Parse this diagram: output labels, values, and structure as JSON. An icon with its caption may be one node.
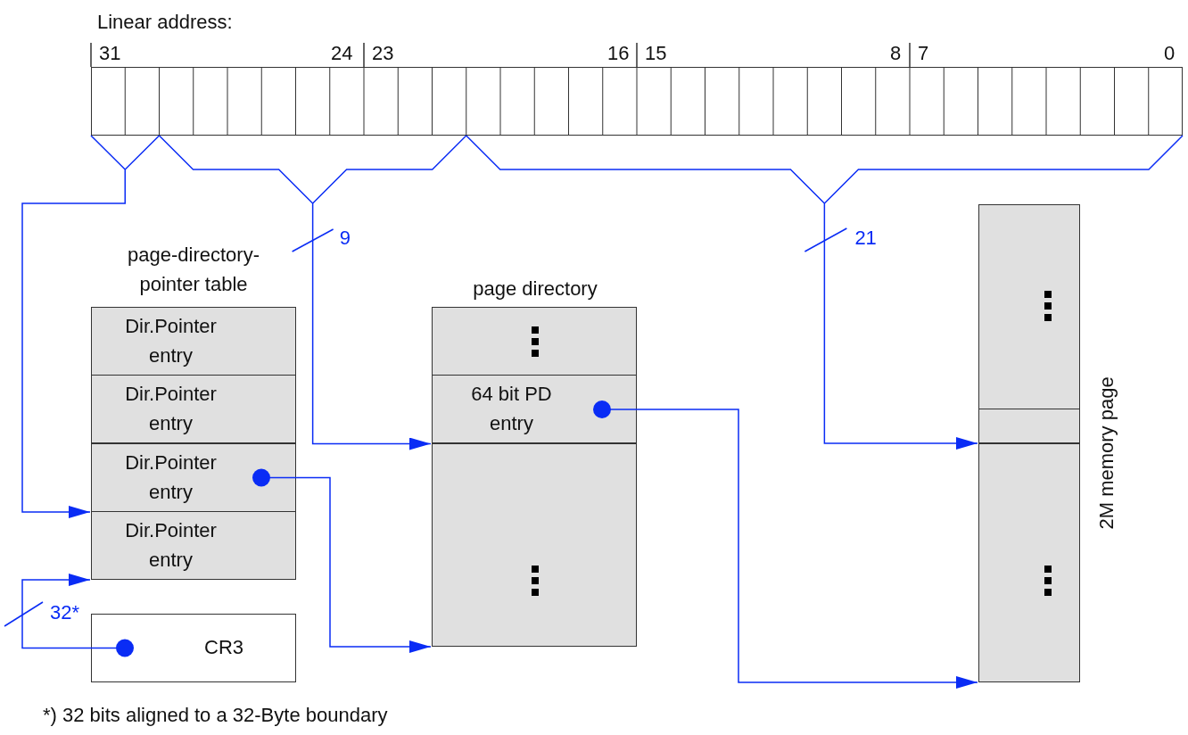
{
  "diagram": {
    "caption": "*) 32 bits aligned to a 32-Byte boundary",
    "nodes": [
      {
        "text": [
          "Linear address:"
        ],
        "beside": [
          "31",
          "24",
          "23",
          "16",
          "15",
          "8",
          "7",
          "0"
        ]
      },
      {
        "text": [
          "page-directory-pointer table"
        ]
      },
      {
        "text": [
          "Dir.Pointer entry"
        ],
        "in": 1
      },
      {
        "text": [
          "Dir.Pointer entry"
        ],
        "in": 1
      },
      {
        "text": [
          "Dir.Pointer entry"
        ],
        "in": 1
      },
      {
        "text": [
          "Dir.Pointer entry"
        ],
        "in": 1
      },
      {
        "text": [
          "CR3"
        ]
      },
      {
        "text": [
          "page directory"
        ]
      },
      {
        "text": [],
        "shape": "box",
        "in": 7
      },
      {
        "text": [
          "64 bit PD entry"
        ],
        "in": 7
      },
      {
        "text": [],
        "shape": "box",
        "in": 7
      },
      {
        "text": [
          "2M memory page"
        ]
      },
      {
        "text": [],
        "shape": "box",
        "in": 11
      },
      {
        "text": [],
        "shape": "box",
        "in": 11
      },
      {
        "text": [],
        "shape": "box",
        "in": 11
      }
    ],
    "edges": [
      {
        "from": 0,
        "to": 4,
        "arrow": "to"
      },
      {
        "from": 0,
        "to": 9,
        "arrow": "to",
        "label": "9"
      },
      {
        "from": 0,
        "to": 13,
        "arrow": "to",
        "label": "21"
      },
      {
        "from": 4,
        "to": 7,
        "arrow": "to"
      },
      {
        "from": 9,
        "to": 11,
        "arrow": "to"
      },
      {
        "from": 6,
        "to": 1,
        "arrow": "to",
        "label": "32*"
      }
    ]
  }
}
